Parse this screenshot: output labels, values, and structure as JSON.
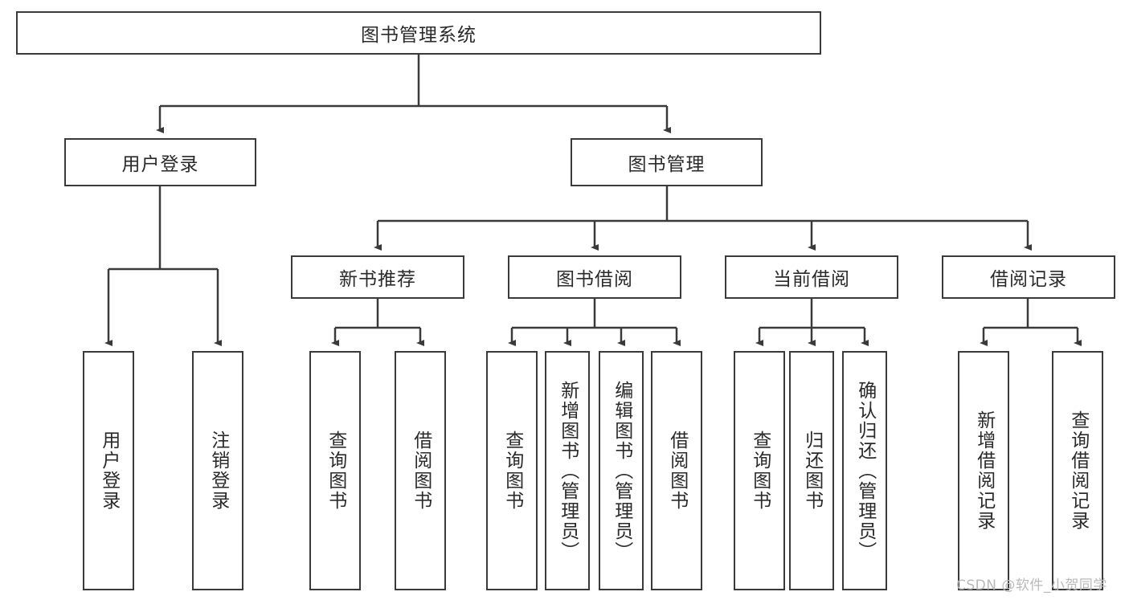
{
  "diagram": {
    "title_node": {
      "label": "图书管理系统"
    },
    "level2": [
      {
        "id": "user-login",
        "label": "用户登录"
      },
      {
        "id": "book-manage",
        "label": "图书管理"
      }
    ],
    "level3": [
      {
        "id": "new-book-recommend",
        "label": "新书推荐"
      },
      {
        "id": "book-borrow",
        "label": "图书借阅"
      },
      {
        "id": "current-borrow",
        "label": "当前借阅"
      },
      {
        "id": "borrow-record",
        "label": "借阅记录"
      }
    ],
    "leaves": {
      "user_login": [
        {
          "id": "leaf-user-login",
          "label": "用户登录"
        },
        {
          "id": "leaf-logout",
          "label": "注销登录"
        }
      ],
      "new_book_recommend": [
        {
          "id": "leaf-query-book-1",
          "label": "查询图书"
        },
        {
          "id": "leaf-borrow-book-1",
          "label": "借阅图书"
        }
      ],
      "book_borrow": [
        {
          "id": "leaf-query-book-2",
          "label": "查询图书"
        },
        {
          "id": "leaf-add-book",
          "label": "新增图书（管理员）"
        },
        {
          "id": "leaf-edit-book",
          "label": "编辑图书（管理员）"
        },
        {
          "id": "leaf-borrow-book-2",
          "label": "借阅图书"
        }
      ],
      "current_borrow": [
        {
          "id": "leaf-query-book-3",
          "label": "查询图书"
        },
        {
          "id": "leaf-return-book",
          "label": "归还图书"
        },
        {
          "id": "leaf-confirm-return",
          "label": "确认归还（管理员）"
        }
      ],
      "borrow_record": [
        {
          "id": "leaf-add-record",
          "label": "新增借阅记录"
        },
        {
          "id": "leaf-query-record",
          "label": "查询借阅记录"
        }
      ]
    },
    "watermark": "CSDN @软件_小贺同学",
    "colors": {
      "stroke": "#3a3a3a",
      "fill": "#ffffff",
      "text": "#2a2a2a",
      "watermark": "#b9b9b9"
    }
  }
}
